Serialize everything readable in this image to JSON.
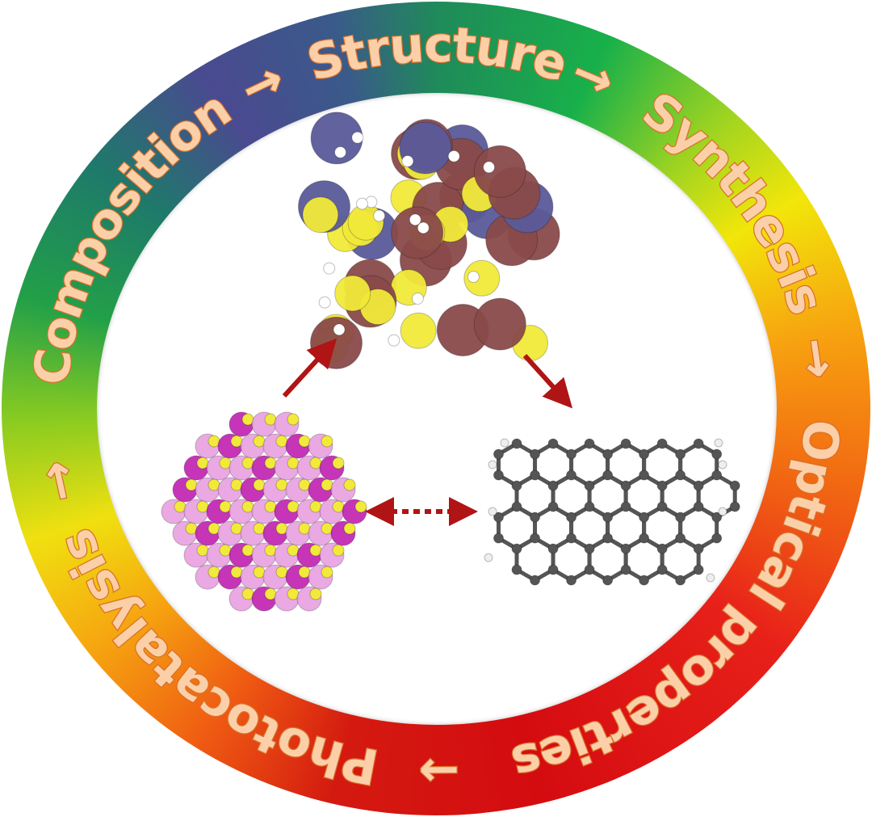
{
  "ring_labels": {
    "composition": "Composition",
    "arrow1": "→",
    "structure": "Structure",
    "arrow2": "→",
    "synthesis": "Synthesis",
    "arrow3": "→",
    "optical": "Optical properties",
    "arrow4": "→",
    "photocatalysis": "Photocatalysis",
    "arrow5": "→"
  },
  "colors": {
    "text_fill": "#fbd0a8",
    "text_stroke": "#d9702a",
    "arrow": "#b01414",
    "metal_brown": "#8a4a4a",
    "metal_blue": "#5a5a9a",
    "sulfur": "#f2ea3a",
    "hydrogen": "#ffffff",
    "carbon": "#555555",
    "magenta": "#c020b0",
    "pink": "#e8a0e0"
  }
}
